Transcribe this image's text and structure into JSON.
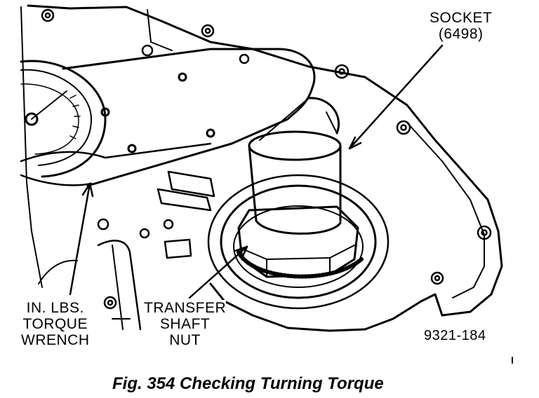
{
  "callouts": {
    "socket": {
      "line1": "SOCKET",
      "line2": "(6498)"
    },
    "torque_wrench": {
      "line1": "IN. LBS.",
      "line2": "TORQUE",
      "line3": "WRENCH"
    },
    "transfer_shaft_nut": {
      "line1": "TRANSFER",
      "line2": "SHAFT",
      "line3": "NUT"
    }
  },
  "figure_number": "9321-184",
  "caption": "Fig. 354 Checking Turning Torque",
  "colors": {
    "ink": "#000000",
    "paper": "#ffffff"
  }
}
